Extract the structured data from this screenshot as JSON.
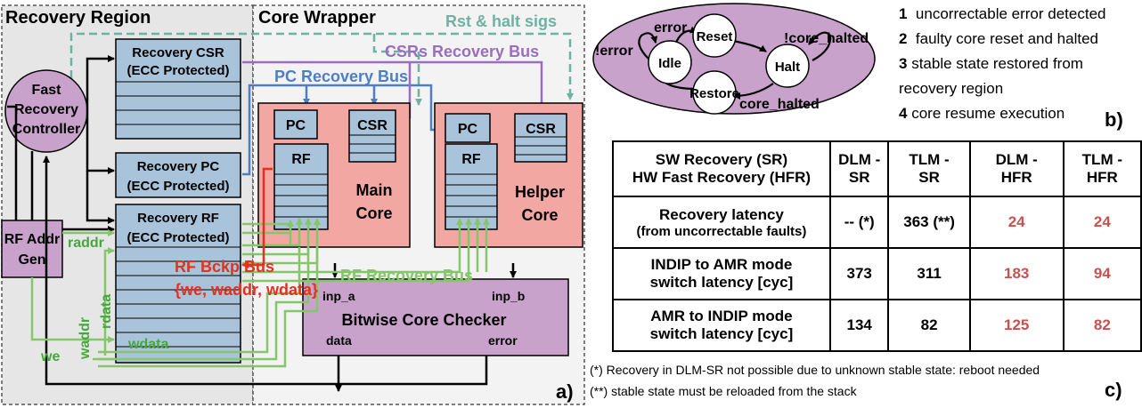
{
  "diagram_a": {
    "recovery_region": "Recovery Region",
    "core_wrapper": "Core Wrapper",
    "rst_halt": "Rst & halt sigs",
    "csrs_bus": "CSRs Recovery Bus",
    "pc_bus": "PC Recovery Bus",
    "recovery_csr": [
      "Recovery CSR",
      "(ECC Protected)"
    ],
    "recovery_pc": [
      "Recovery PC",
      "(ECC Protected)"
    ],
    "recovery_rf": [
      "Recovery RF",
      "(ECC Protected)"
    ],
    "fast_recovery_controller": [
      "Fast",
      "Recovery",
      "Controller"
    ],
    "rf_addr_gen": [
      "RF Addr",
      "Gen"
    ],
    "raddr": "raddr",
    "rdata": "rdata",
    "waddr": "waddr",
    "we": "we",
    "wdata": "wdata",
    "rf_bckp_bus": "RF Bckp Bus",
    "rf_bckp_signals": "{we, waddr,  wdata}",
    "rf_recovery_bus": "RF Recovery Bus",
    "main_core": {
      "pc": "PC",
      "csr": "CSR",
      "rf": "RF",
      "name": [
        "Main",
        "Core"
      ]
    },
    "helper_core": {
      "pc": "PC",
      "csr": "CSR",
      "rf": "RF",
      "name": [
        "Helper",
        "Core"
      ]
    },
    "checker": {
      "name": "Bitwise Core Checker",
      "inp_a": "inp_a",
      "inp_b": "inp_b",
      "data": "data",
      "error": "error"
    },
    "panel_label": "a)"
  },
  "diagram_b": {
    "states": {
      "idle": "Idle",
      "reset": "Reset",
      "halt": "Halt",
      "restore": "Restore"
    },
    "transitions": {
      "error": "error",
      "not_error": "!error",
      "not_core_halted": "!core_halted",
      "core_halted": "core_halted"
    },
    "legend": [
      {
        "num": "1",
        "text": "uncorrectable error detected"
      },
      {
        "num": "2",
        "text": "faulty core reset and halted"
      },
      {
        "num": "3",
        "text": "stable state restored from"
      },
      {
        "num": "",
        "text": "recovery region"
      },
      {
        "num": "4",
        "text": "core resume execution"
      }
    ],
    "panel_label": "b)"
  },
  "table_c": {
    "header": {
      "row_label": [
        "SW Recovery (SR)",
        "HW Fast Recovery (HFR)"
      ],
      "cols": [
        [
          "DLM -",
          "SR"
        ],
        [
          "TLM -",
          "SR"
        ],
        [
          "DLM -",
          "HFR"
        ],
        [
          "TLM -",
          "HFR"
        ]
      ]
    },
    "rows": [
      {
        "label": [
          "Recovery latency",
          "(from uncorrectable faults)"
        ],
        "values": [
          "-- (*)",
          "363 (**)",
          "24",
          "24"
        ]
      },
      {
        "label": [
          "INDIP to AMR mode",
          "switch latency [cyc]"
        ],
        "values": [
          "373",
          "311",
          "183",
          "94"
        ]
      },
      {
        "label": [
          "AMR to INDIP mode",
          "switch latency [cyc]"
        ],
        "values": [
          "134",
          "82",
          "125",
          "82"
        ]
      }
    ],
    "notes": [
      "(*) Recovery in DLM-SR not possible due to unknown stable state: reboot needed",
      "(**) stable state must be reloaded from the stack"
    ],
    "panel_label": "c)"
  },
  "colors": {
    "recovery_region_bg": "#e6e6e6",
    "block_blue": "#a9c3da",
    "core_pink": "#f2a7a2",
    "controller_purple": "#c9a2cc",
    "pc_bus": "#4e7fc4",
    "csr_bus": "#9b6dbf",
    "rst_teal": "#6db3a3",
    "green_bus": "#86c56b",
    "red_bus": "#e0321f",
    "table_red": "#c9514c"
  }
}
